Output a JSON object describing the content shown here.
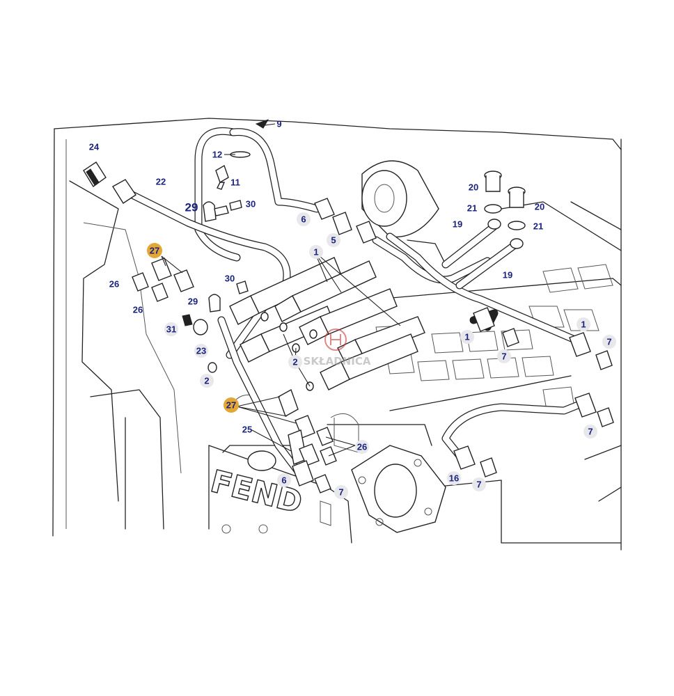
{
  "colors": {
    "label_text": "#1a237e",
    "badge_fill": "#e8e8ec",
    "highlight_badge": "#e3a736",
    "line": "#222222",
    "watermark": "#c62828"
  },
  "labels": [
    {
      "id": "l9",
      "text": "9"
    },
    {
      "id": "l24",
      "text": "24"
    },
    {
      "id": "l22",
      "text": "22"
    },
    {
      "id": "l12",
      "text": "12"
    },
    {
      "id": "l11",
      "text": "11"
    },
    {
      "id": "l29a",
      "text": "29"
    },
    {
      "id": "l30a",
      "text": "30"
    },
    {
      "id": "l6a",
      "text": "6"
    },
    {
      "id": "l5",
      "text": "5"
    },
    {
      "id": "l20a",
      "text": "20"
    },
    {
      "id": "l20b",
      "text": "20"
    },
    {
      "id": "l21a",
      "text": "21"
    },
    {
      "id": "l21b",
      "text": "21"
    },
    {
      "id": "l19a",
      "text": "19"
    },
    {
      "id": "l19b",
      "text": "19"
    },
    {
      "id": "l27a",
      "text": "27"
    },
    {
      "id": "l1a",
      "text": "1"
    },
    {
      "id": "l26a",
      "text": "26"
    },
    {
      "id": "l26b",
      "text": "26"
    },
    {
      "id": "l30b",
      "text": "30"
    },
    {
      "id": "l29b",
      "text": "29"
    },
    {
      "id": "l31",
      "text": "31"
    },
    {
      "id": "l23",
      "text": "23"
    },
    {
      "id": "l1b",
      "text": "1"
    },
    {
      "id": "l1c",
      "text": "1"
    },
    {
      "id": "l7a",
      "text": "7"
    },
    {
      "id": "l7b",
      "text": "7"
    },
    {
      "id": "l7c",
      "text": "7"
    },
    {
      "id": "l7d",
      "text": "7"
    },
    {
      "id": "l7e",
      "text": "7"
    },
    {
      "id": "l2a",
      "text": "2"
    },
    {
      "id": "l2b",
      "text": "2"
    },
    {
      "id": "l27b",
      "text": "27"
    },
    {
      "id": "l25",
      "text": "25"
    },
    {
      "id": "l26c",
      "text": "26"
    },
    {
      "id": "l6b",
      "text": "6"
    },
    {
      "id": "l16",
      "text": "16"
    }
  ],
  "watermark": {
    "text": "SKŁADNICA"
  },
  "emboss": {
    "text": "FEND"
  }
}
